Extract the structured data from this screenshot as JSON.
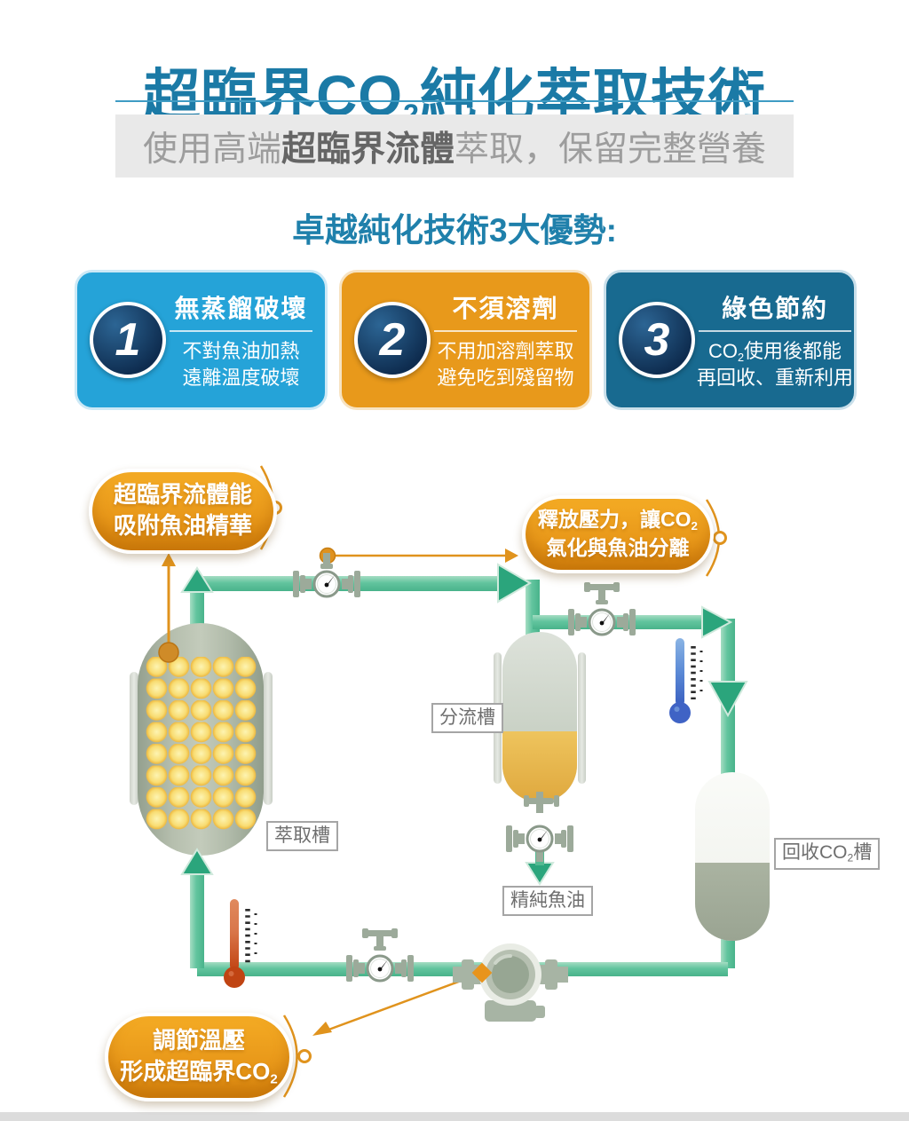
{
  "header": {
    "title_pre": "超臨界CO",
    "title_sub": "2",
    "title_post": "純化萃取技術",
    "subtitle_light1": "使用高端",
    "subtitle_bold": "超臨界流體",
    "subtitle_light2": "萃取，保留完整營養",
    "section_heading": "卓越純化技術3大優勢:"
  },
  "advantages": [
    {
      "number": "1",
      "title": "無蒸餾破壞",
      "line1_pre": "不對魚油加熱",
      "line1_sub": "",
      "line1_post": "",
      "line2": "遠離溫度破壞"
    },
    {
      "number": "2",
      "title": "不須溶劑",
      "line1_pre": "不用加溶劑萃取",
      "line1_sub": "",
      "line1_post": "",
      "line2": "避免吃到殘留物"
    },
    {
      "number": "3",
      "title": "綠色節約",
      "line1_pre": "CO",
      "line1_sub": "2",
      "line1_post": "使用後都能",
      "line2": "再回收、重新利用"
    }
  ],
  "diagram": {
    "callouts": [
      {
        "line1_pre": "超臨界流體能",
        "line1_sub": "",
        "line2_pre": "吸附魚油精華",
        "line2_sub": ""
      },
      {
        "line1_pre": "釋放壓力，讓CO",
        "line1_sub": "2",
        "line2_pre": "氣化與魚油分離",
        "line2_sub": ""
      },
      {
        "line1_pre": "調節溫壓",
        "line1_sub": "",
        "line2_pre": "形成超臨界CO",
        "line2_sub": "2"
      }
    ],
    "labels": {
      "extraction_tank": "萃取槽",
      "separation_tank": "分流槽",
      "recovery_pre": "回收CO",
      "recovery_sub": "2",
      "recovery_post": "槽",
      "pure_fish_oil": "精純魚油"
    },
    "icons": {
      "valve": "valve-with-pressure-gauge",
      "pump": "circulation-pump",
      "thermometer_hot": "hot-thermometer",
      "thermometer_cold": "cold-thermometer"
    }
  },
  "colors": {
    "title_teal": "#1b7aa6",
    "heading_teal": "#1f80ab",
    "card_blue": "#25a3d8",
    "card_orange": "#e8991b",
    "card_dark_teal": "#186a90",
    "badge_navy": "#0e2c4f",
    "callout_orange": "#e8991a",
    "pipe_green": "#5abf98",
    "arrow_green": "#2ba57c",
    "tank_gray_green": "#aab4a6",
    "oil_amber": "#e2b04a",
    "thermometer_hot": "#c04413",
    "thermometer_cold": "#3f63c5"
  }
}
